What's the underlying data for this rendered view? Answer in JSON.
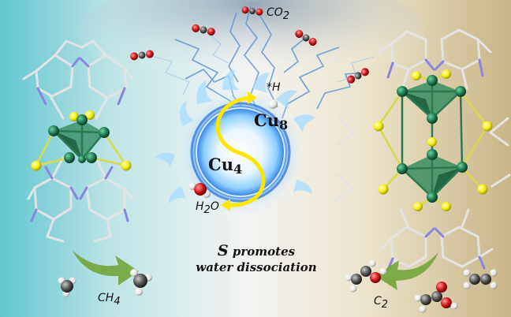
{
  "labels": {
    "co2_main": "CO",
    "co2_sub": "2",
    "h_star": "*H",
    "cu8_main": "Cu",
    "cu8_sub": "8",
    "cu4_main": "Cu",
    "cu4_sub": "4",
    "h2o_main": "H",
    "h2o_sub": "2",
    "h2o_end": "O",
    "ch4_main": "CH",
    "ch4_sub": "4",
    "c2_main": "C",
    "c2_sub": "2"
  },
  "caption": {
    "s_letter": "S",
    "line1_rest": " promotes",
    "line2": "water dissociation"
  },
  "colors": {
    "bg_left": "#5fc6cf",
    "bg_right": "#c8b586",
    "cu_atom": "#1f7a52",
    "sulfur": "#f4ee1a",
    "nitrogen": "#8a86e0",
    "oxygen": "#d01818",
    "arrow": "#73a53a",
    "cycle": "#ffe600",
    "lightning": "#5e95d6"
  }
}
